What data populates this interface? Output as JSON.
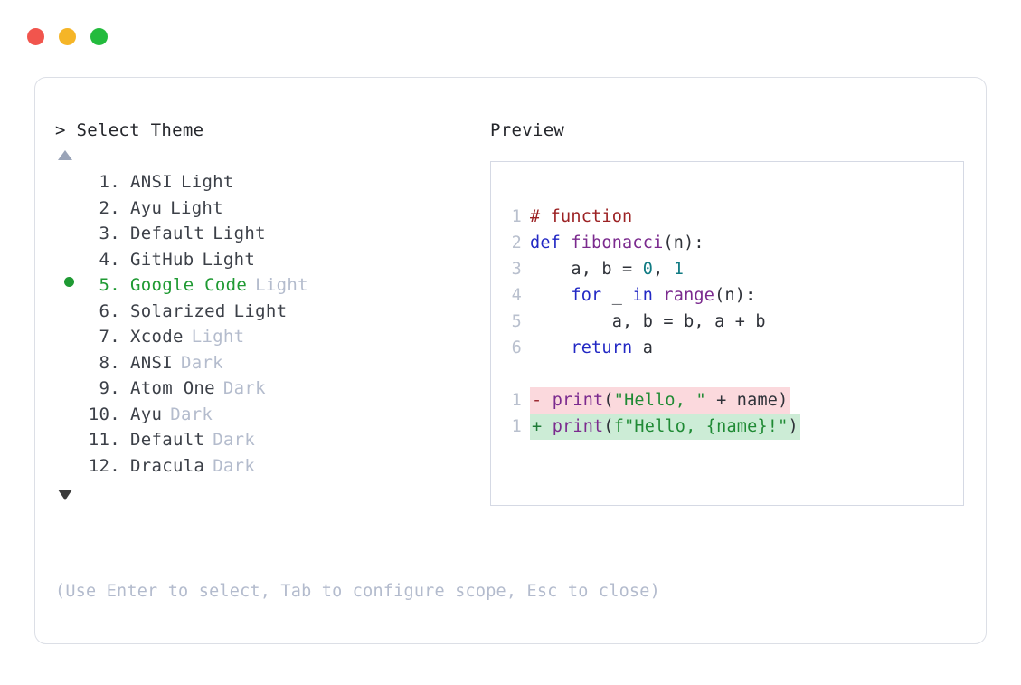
{
  "window": {
    "traffic_lights": [
      {
        "name": "close-button",
        "color": "#f1554d"
      },
      {
        "name": "minimize-button",
        "color": "#f5b527"
      },
      {
        "name": "maximize-button",
        "color": "#23bb3d"
      }
    ]
  },
  "left": {
    "prompt": "> Select Theme",
    "scroll_up": "▲",
    "scroll_down": "▼",
    "selected_index": 5,
    "accent_color": "#1f9a33",
    "items": [
      {
        "index": "1.",
        "name": "ANSI",
        "variant": "Light",
        "selected": false,
        "dim_variant": false
      },
      {
        "index": "2.",
        "name": "Ayu",
        "variant": "Light",
        "selected": false,
        "dim_variant": false
      },
      {
        "index": "3.",
        "name": "Default",
        "variant": "Light",
        "selected": false,
        "dim_variant": false
      },
      {
        "index": "4.",
        "name": "GitHub",
        "variant": "Light",
        "selected": false,
        "dim_variant": false
      },
      {
        "index": "5.",
        "name": "Google Code",
        "variant": "Light",
        "selected": true,
        "dim_variant": true
      },
      {
        "index": "6.",
        "name": "Solarized",
        "variant": "Light",
        "selected": false,
        "dim_variant": false
      },
      {
        "index": "7.",
        "name": "Xcode",
        "variant": "Light",
        "selected": false,
        "dim_variant": true
      },
      {
        "index": "8.",
        "name": "ANSI",
        "variant": "Dark",
        "selected": false,
        "dim_variant": true
      },
      {
        "index": "9.",
        "name": "Atom One",
        "variant": "Dark",
        "selected": false,
        "dim_variant": true
      },
      {
        "index": "10.",
        "name": "Ayu",
        "variant": "Dark",
        "selected": false,
        "dim_variant": true
      },
      {
        "index": "11.",
        "name": "Default",
        "variant": "Dark",
        "selected": false,
        "dim_variant": true
      },
      {
        "index": "12.",
        "name": "Dracula",
        "variant": "Dark",
        "selected": false,
        "dim_variant": true
      }
    ],
    "footer_hint": "(Use Enter to select, Tab to configure scope, Esc to close)"
  },
  "right": {
    "preview_label": "Preview",
    "code_lines": [
      {
        "no": "1",
        "tokens": [
          {
            "t": "# function",
            "c": "comment"
          }
        ]
      },
      {
        "no": "2",
        "tokens": [
          {
            "t": "def ",
            "c": "kw"
          },
          {
            "t": "fibonacci",
            "c": "fn"
          },
          {
            "t": "(n):",
            "c": "plain"
          }
        ]
      },
      {
        "no": "3",
        "tokens": [
          {
            "t": "    a, b = ",
            "c": "plain"
          },
          {
            "t": "0",
            "c": "num"
          },
          {
            "t": ", ",
            "c": "plain"
          },
          {
            "t": "1",
            "c": "num"
          }
        ]
      },
      {
        "no": "4",
        "tokens": [
          {
            "t": "    ",
            "c": "plain"
          },
          {
            "t": "for",
            "c": "kw"
          },
          {
            "t": " _ ",
            "c": "plain"
          },
          {
            "t": "in",
            "c": "kw"
          },
          {
            "t": " ",
            "c": "plain"
          },
          {
            "t": "range",
            "c": "fn"
          },
          {
            "t": "(n):",
            "c": "plain"
          }
        ]
      },
      {
        "no": "5",
        "tokens": [
          {
            "t": "        a, b = b, a + b",
            "c": "plain"
          }
        ]
      },
      {
        "no": "6",
        "tokens": [
          {
            "t": "    ",
            "c": "plain"
          },
          {
            "t": "return",
            "c": "kw"
          },
          {
            "t": " a",
            "c": "plain"
          }
        ]
      }
    ],
    "diff_lines": [
      {
        "no": "1",
        "kind": "del",
        "marker": "-",
        "tokens": [
          {
            "t": "print",
            "c": "fn"
          },
          {
            "t": "(",
            "c": "plain"
          },
          {
            "t": "\"Hello, \"",
            "c": "str"
          },
          {
            "t": " + name)",
            "c": "plain"
          }
        ]
      },
      {
        "no": "1",
        "kind": "add",
        "marker": "+",
        "tokens": [
          {
            "t": "print",
            "c": "fn"
          },
          {
            "t": "(",
            "c": "plain"
          },
          {
            "t": "f\"Hello, {name}!\"",
            "c": "str"
          },
          {
            "t": ")",
            "c": "plain"
          }
        ]
      }
    ]
  },
  "colors": {
    "comment": "#9c2224",
    "keyword": "#2228c4",
    "function": "#7b2a8e",
    "number": "#117b83",
    "string": "#1f8a34",
    "diff_del_bg": "#fbd9dd",
    "diff_add_bg": "#ccecd6",
    "dim_text": "#b4bccd"
  }
}
